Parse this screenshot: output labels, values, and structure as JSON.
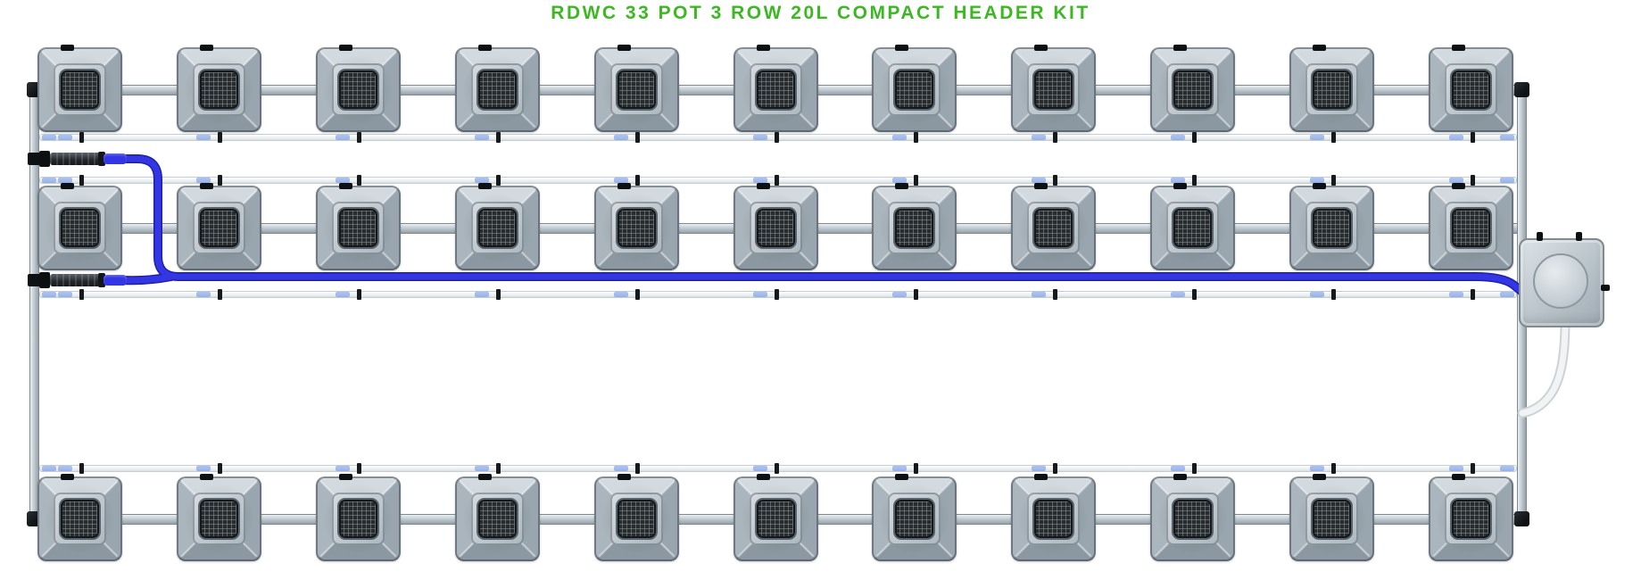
{
  "title": {
    "text": "RDWC 33 POT 3 ROW 20L COMPACT HEADER KIT"
  },
  "system": {
    "total_pots": 33,
    "rows": 3,
    "pots_per_row": 11,
    "pot_volume": "20L",
    "kit_type": "COMPACT HEADER KIT"
  },
  "colors": {
    "title_green": "#3cb822",
    "tube_blue": "#3336e2",
    "tube_blue_dark": "#1d1fae",
    "pipe_gray": "#c3ccd2",
    "white_pipe": "#f1f3f4",
    "mesh_dark": "#282c2f",
    "fitting_black": "#111417",
    "background": "#ffffff"
  }
}
